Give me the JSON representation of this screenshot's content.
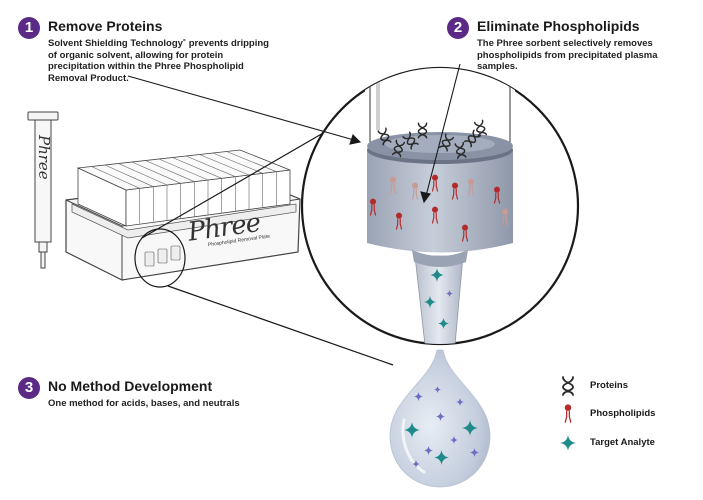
{
  "colors": {
    "badge": "#5b2a86",
    "phospholipid": "#b22a2a",
    "analyte": "#1f8a8a",
    "analyte_faint": "#6c6fc0",
    "cylinder": "#b4bccb",
    "droplet": "#c9d3e2"
  },
  "steps": [
    {
      "number": "1",
      "title": "Remove Proteins",
      "body": "Solvent Shielding Technology˚ prevents dripping of organic solvent, allowing for protein precipitation within the Phree Phospholipid Removal Product."
    },
    {
      "number": "2",
      "title": "Eliminate Phospholipids",
      "body": "The Phree sorbent selectively removes phospholipids from precipitated plasma samples."
    },
    {
      "number": "3",
      "title": "No Method Development",
      "body": "One method for acids, bases, and neutrals"
    }
  ],
  "product": {
    "brand": "Phree",
    "subtitle": "Phospholipid Removal Plate",
    "syringe_text": "Phree"
  },
  "legend": {
    "proteins": {
      "label": "Proteins",
      "icon": "protein-icon"
    },
    "phospholipids": {
      "label": "Phospholipids",
      "icon": "phospholipid-icon"
    },
    "analyte": {
      "label": "Target Analyte",
      "icon": "analyte-star-icon"
    }
  }
}
